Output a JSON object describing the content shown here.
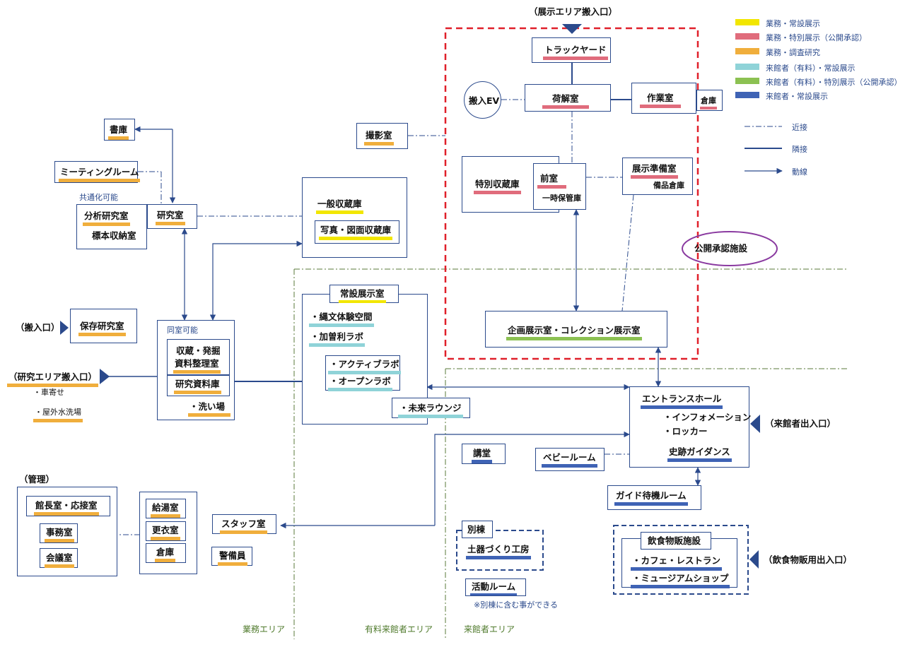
{
  "legend": {
    "colors": [
      {
        "label": "業務・常設展示",
        "color": "#f2e600"
      },
      {
        "label": "業務・特別展示（公開承認）",
        "color": "#e06c7c"
      },
      {
        "label": "業務・調査研究",
        "color": "#f0ae3c"
      },
      {
        "label": "来館者（有料）・常設展示",
        "color": "#8fd3d8"
      },
      {
        "label": "来館者（有料）・特別展示（公開承認）",
        "color": "#8cc152"
      },
      {
        "label": "来館者・常設展示",
        "color": "#3f63b5"
      }
    ],
    "lines": [
      {
        "label": "近接"
      },
      {
        "label": "隣接"
      },
      {
        "label": "動線"
      }
    ]
  },
  "entrances": {
    "exhibit": "（展示エリア搬入口）",
    "carry_in": "（搬入口）",
    "research": "（研究エリア搬入口）",
    "visitor": "（来館者出入口）",
    "food": "（飲食物販用出入口）"
  },
  "notes": {
    "kuruma": "・車寄せ",
    "outdoor_wash": "・屋外水洗場",
    "shared": "共通化可能",
    "same_room": "同室可能",
    "approval": "公開承認施設",
    "annex_note": "※別棟に含む事ができる",
    "admin_group": "（管理）"
  },
  "zones": {
    "business": "業務エリア",
    "paid": "有料来館者エリア",
    "visitor": "来館者エリア"
  },
  "rooms": {
    "truck_yard": "トラックヤード",
    "ev": "搬入EV",
    "unpacking": "荷解室",
    "workroom": "作業室",
    "storage_small": "倉庫",
    "photo": "撮影室",
    "special_storage": "特別収蔵庫",
    "anteroom": "前室",
    "temp_storage": "一時保管庫",
    "exhibit_prep": "展示準備室",
    "equipment": "備品倉庫",
    "library": "書庫",
    "meeting": "ミーティングルーム",
    "analysis": "分析研究室",
    "specimen": "標本収納室",
    "research": "研究室",
    "general_storage": "一般収蔵庫",
    "photo_storage": "写真・図面収蔵庫",
    "permanent_exhibit": "常設展示室",
    "jomon": "・縄文体験空間",
    "kasori": "・加曽利ラボ",
    "active_lab": "・アクティブラボ",
    "open_lab": "・オープンラボ",
    "future_lounge": "・未来ラウンジ",
    "special_exhibit": "企画展示室・コレクション展示室",
    "conservation": "保存研究室",
    "collection_sorting": "収蔵・発掘\n資料整理室",
    "collection_sorting_1": "収蔵・発掘",
    "collection_sorting_2": "資料整理室",
    "research_materials": "研究資料庫",
    "washroom": "・洗い場",
    "entrance_hall": "エントランスホール",
    "info": "・インフォメーション",
    "locker": "・ロッカー",
    "guidance": "史跡ガイダンス",
    "lecture": "講堂",
    "baby": "ベビールーム",
    "guide_wait": "ガイド待機ルーム",
    "annex": "別棟",
    "pottery": "土器づくり工房",
    "activity": "活動ルーム",
    "food_facility": "飲食物販施設",
    "cafe": "・カフェ・レストラン",
    "shop": "・ミュージアムショップ",
    "director": "館長室・応接室",
    "office": "事務室",
    "conference": "会議室",
    "kitchen": "給湯室",
    "locker_room": "更衣室",
    "warehouse": "倉庫",
    "staff": "スタッフ室",
    "guard": "警備員"
  }
}
